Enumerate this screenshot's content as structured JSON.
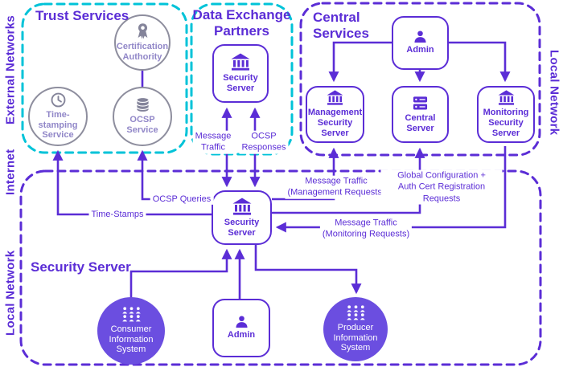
{
  "zones": {
    "external_networks": "External Networks",
    "internet": "Internet",
    "local_network_left": "Local Network",
    "local_network_right": "Local Network"
  },
  "groups": {
    "trust_services": {
      "title": "Trust Services"
    },
    "data_exchange_partners": {
      "title": "Data Exchange\nPartners"
    },
    "central_services": {
      "title": "Central\nServices"
    },
    "security_server_zone": {
      "title": "Security Server"
    }
  },
  "nodes": {
    "certification_authority": {
      "label": "Certification\nAuthority",
      "icon": "award-icon"
    },
    "time_stamping_service": {
      "label": "Time-\nstamping\nService",
      "icon": "clock-icon"
    },
    "ocsp_service": {
      "label": "OCSP\nService",
      "icon": "database-icon"
    },
    "dep_security_server": {
      "label": "Security\nServer",
      "icon": "bank-icon"
    },
    "central_admin": {
      "label": "Admin",
      "icon": "person-icon"
    },
    "management_security_server": {
      "label": "Management\nSecurity\nServer",
      "icon": "bank-icon"
    },
    "central_server": {
      "label": "Central\nServer",
      "icon": "server-icon"
    },
    "monitoring_security_server": {
      "label": "Monitoring\nSecurity\nServer",
      "icon": "bank-icon"
    },
    "security_server": {
      "label": "Security\nServer",
      "icon": "bank-icon"
    },
    "consumer_information_system": {
      "label": "Consumer\nInformation\nSystem",
      "icon": "people-icon"
    },
    "local_admin": {
      "label": "Admin",
      "icon": "person-icon"
    },
    "producer_information_system": {
      "label": "Producer\nInformation\nSystem",
      "icon": "people-icon"
    }
  },
  "edge_labels": {
    "message_traffic": "Message\nTraffic",
    "ocsp_responses": "OCSP\nResponses",
    "ocsp_queries": "OCSP Queries",
    "time_stamps": "Time-Stamps",
    "management_requests": "Message Traffic\n(Management Requests)",
    "global_configuration": "Global Configuration +\nAuth Cert Registration Requests",
    "monitoring_requests": "Message Traffic\n(Monitoring Requests)"
  },
  "colors": {
    "accent_purple": "#5b2dd6",
    "cyan_dashed_border": "#00c3d8",
    "gray_circle_border": "#8e8e9e",
    "gray_icon": "#84849a",
    "trust_label_text": "#9187c8",
    "filled_circle_purple": "#6b4ee0",
    "label_background": "#ffffff"
  }
}
